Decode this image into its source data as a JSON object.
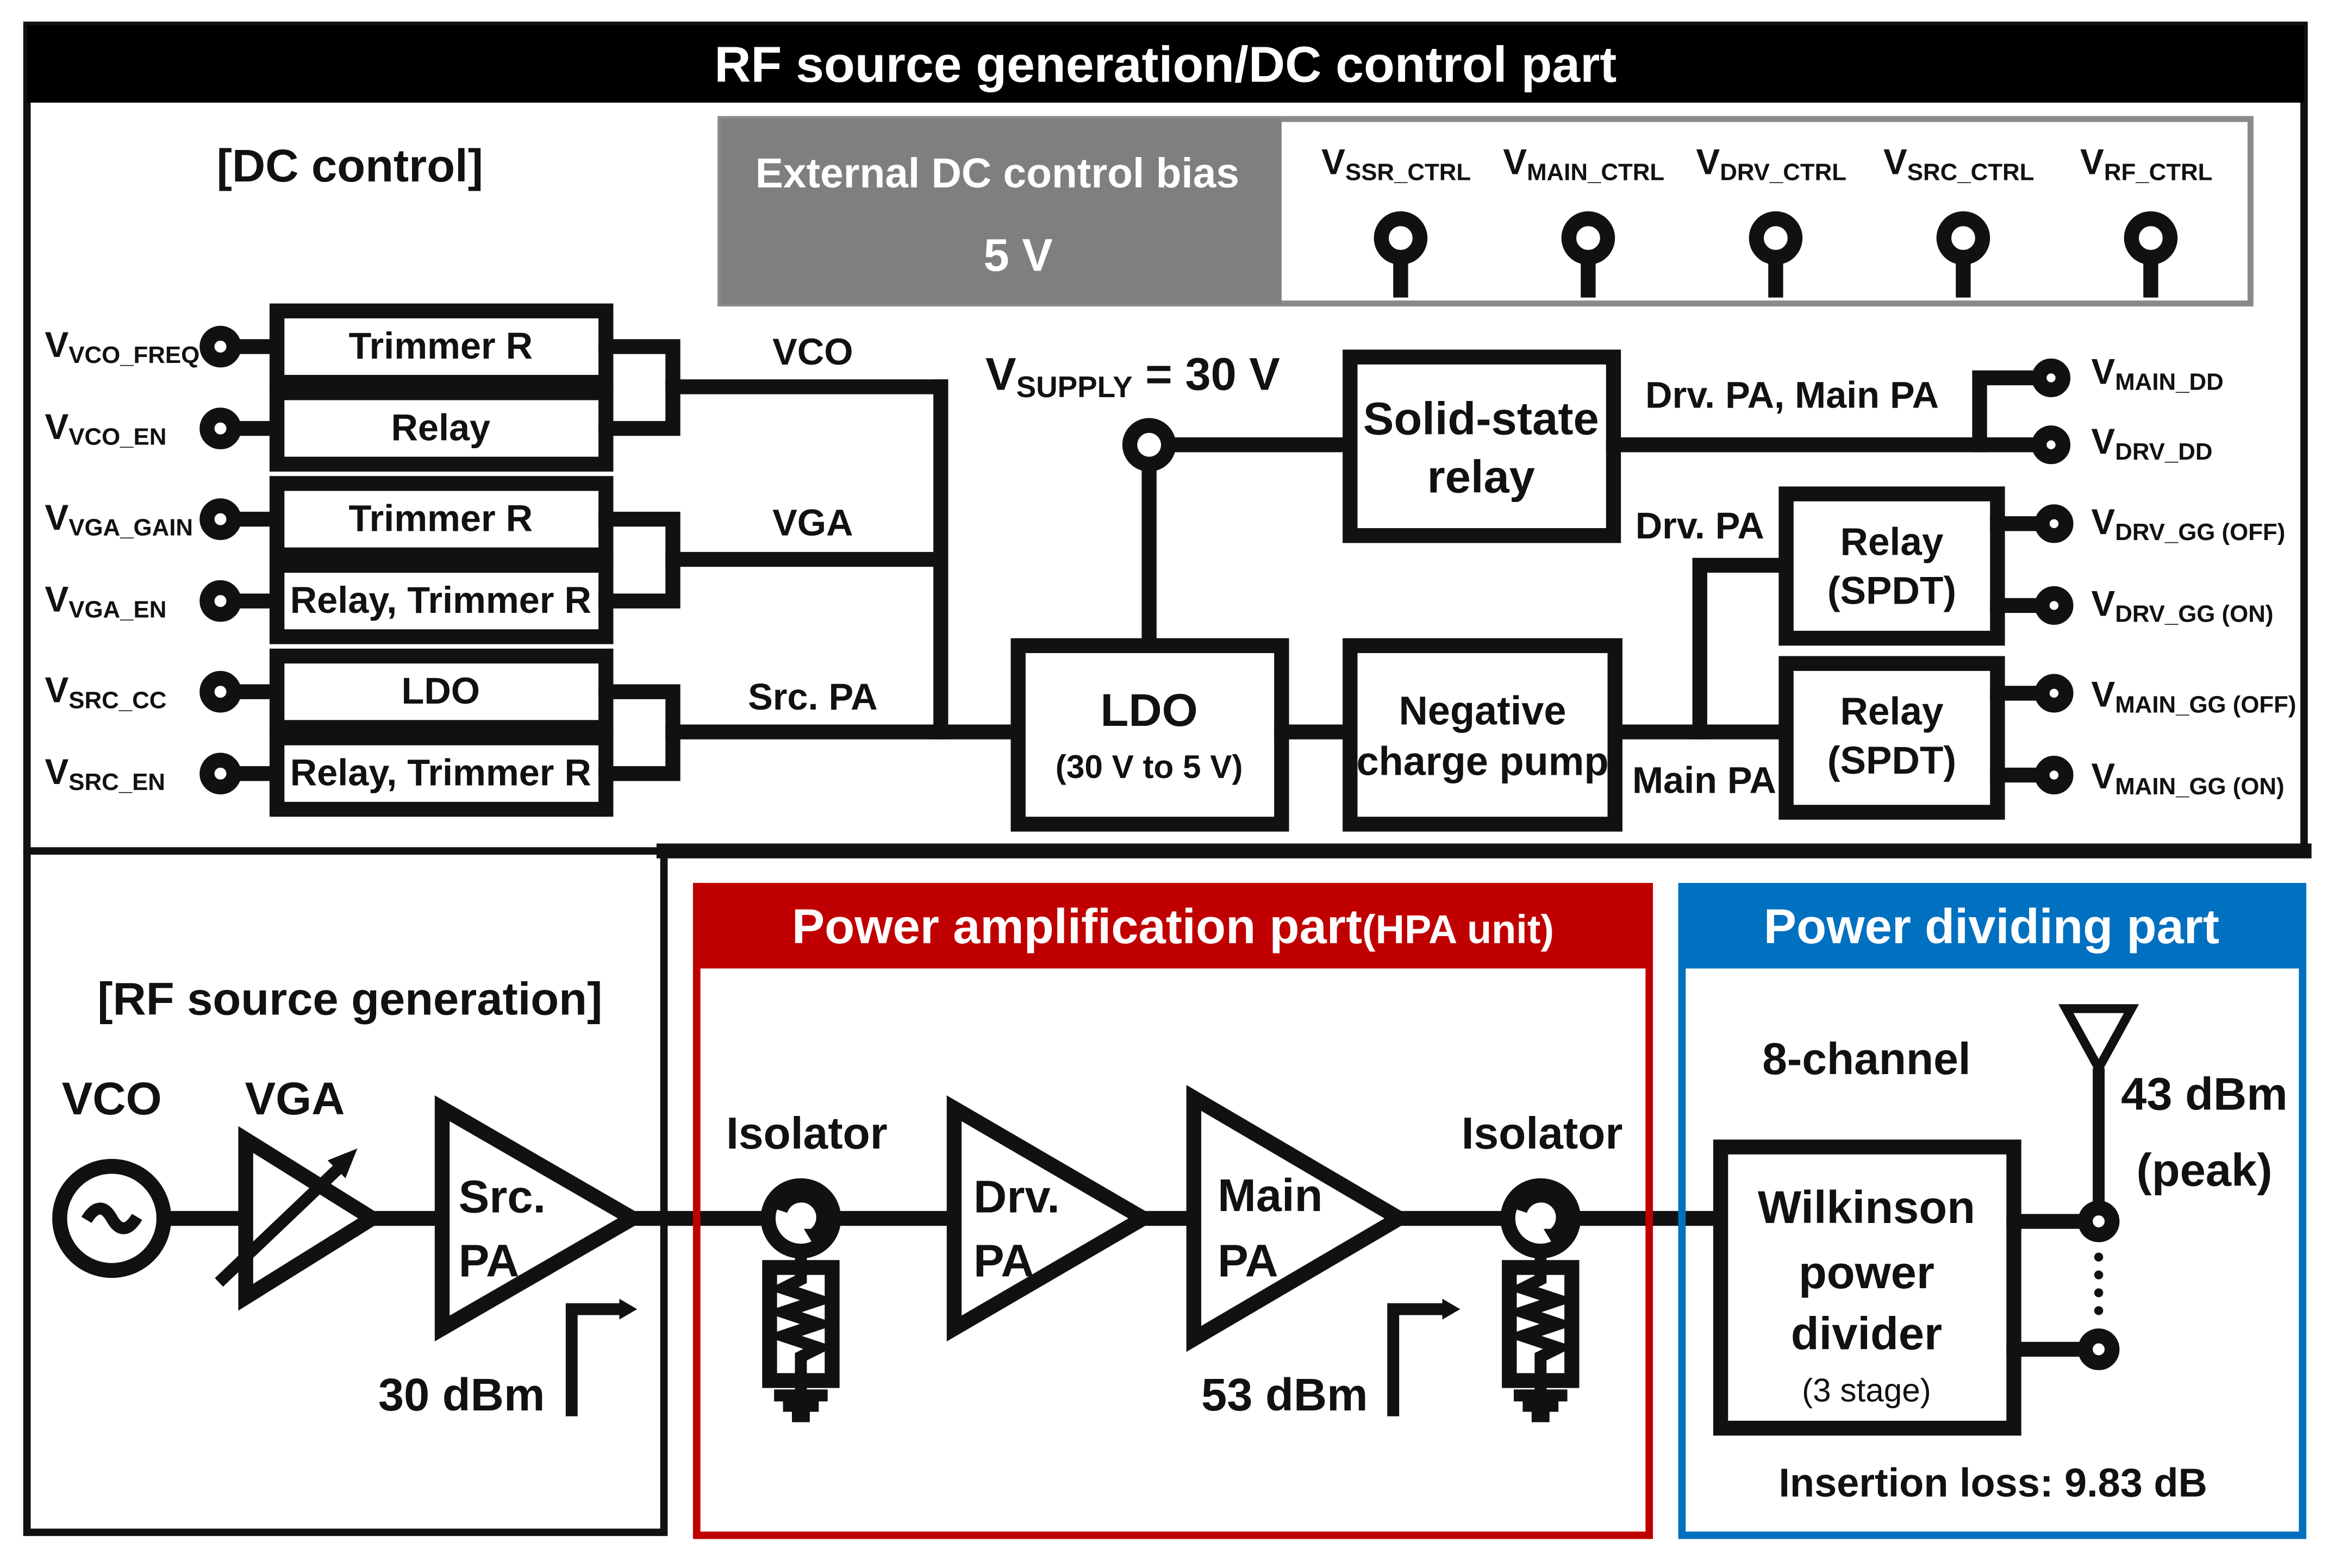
{
  "header": {
    "title": "RF source generation/DC control part"
  },
  "dc_control": {
    "title": "[DC control]",
    "external_bias": {
      "label": "External DC control bias",
      "value": "5 V"
    },
    "ctrl_terminals": [
      {
        "main": "V",
        "sub": "SSR_CTRL"
      },
      {
        "main": "V",
        "sub": "MAIN_CTRL"
      },
      {
        "main": "V",
        "sub": "DRV_CTRL"
      },
      {
        "main": "V",
        "sub": "SRC_CTRL"
      },
      {
        "main": "V",
        "sub": "RF_CTRL"
      }
    ],
    "inputs": [
      {
        "main": "V",
        "sub": "VCO_FREQ",
        "block": "Trimmer R"
      },
      {
        "main": "V",
        "sub": "VCO_EN",
        "block": "Relay"
      },
      {
        "main": "V",
        "sub": "VGA_GAIN",
        "block": "Trimmer R"
      },
      {
        "main": "V",
        "sub": "VGA_EN",
        "block": "Relay, Trimmer R"
      },
      {
        "main": "V",
        "sub": "SRC_CC",
        "block": "LDO"
      },
      {
        "main": "V",
        "sub": "SRC_EN",
        "block": "Relay, Trimmer R"
      }
    ],
    "bus_labels": [
      "VCO",
      "VGA",
      "Src. PA"
    ],
    "supply": {
      "main": "V",
      "sub": "SUPPLY",
      "value": " = 30 V"
    },
    "ldo": {
      "title": "LDO",
      "sub": "(30 V to 5 V)"
    },
    "ssr": {
      "line1": "Solid-state",
      "line2": "relay"
    },
    "charge_pump": {
      "line1": "Negative",
      "line2": "charge pump"
    },
    "relay_spdt": {
      "line1": "Relay",
      "line2": "(SPDT)"
    },
    "route_labels": {
      "drv_main": "Drv. PA, Main PA",
      "drv": "Drv. PA",
      "main": "Main PA"
    },
    "outputs": [
      {
        "main": "V",
        "sub": "MAIN_DD"
      },
      {
        "main": "V",
        "sub": "DRV_DD"
      },
      {
        "main": "V",
        "sub": "DRV_GG (OFF)"
      },
      {
        "main": "V",
        "sub": "DRV_GG (ON)"
      },
      {
        "main": "V",
        "sub": "MAIN_GG (OFF)"
      },
      {
        "main": "V",
        "sub": "MAIN_GG (ON)"
      }
    ]
  },
  "rf_source": {
    "title": "[RF source generation]",
    "vco": "VCO",
    "vga": "VGA",
    "src_pa": {
      "line1": "Src.",
      "line2": "PA"
    },
    "power": "30 dBm"
  },
  "hpa": {
    "title": "Power amplification part",
    "title_suffix": "(HPA unit)",
    "isolator": "Isolator",
    "drv_pa": {
      "line1": "Drv.",
      "line2": "PA"
    },
    "main_pa": {
      "line1": "Main",
      "line2": "PA"
    },
    "power": "53 dBm"
  },
  "divider": {
    "title": "Power dividing part",
    "channels": "8-channel",
    "wilkinson": {
      "line1": "Wilkinson",
      "line2": "power",
      "line3": "divider",
      "stage": "(3 stage)"
    },
    "peak_power": "43 dBm",
    "peak_label": "(peak)",
    "insertion_loss": "Insertion loss: 9.83 dB"
  },
  "colors": {
    "line": "#111111",
    "header_bg": "#000000",
    "header_text": "#ffffff",
    "bias_bg": "#7f7f7f",
    "hpa_red": "#c00000",
    "divider_blue": "#0070c0"
  }
}
